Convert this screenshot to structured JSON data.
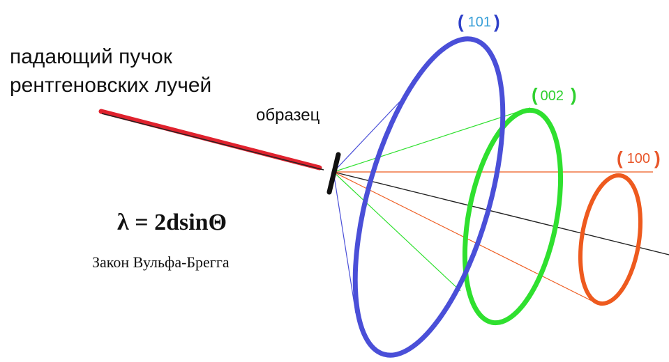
{
  "beam_label": {
    "line1": "падающий пучок",
    "line2": "рентгеновских лучей"
  },
  "sample_label": "образец",
  "formula": "λ = 2dsinΘ",
  "law_name": "Закон Вульфа-Брегга",
  "rings": [
    {
      "hkl": "101",
      "color": "#4a4fd8",
      "label_color": "#3aa0d8",
      "paren_color": "#2e3fc8"
    },
    {
      "hkl": "002",
      "color": "#2fe02f",
      "label_color": "#2fd02f",
      "paren_color": "#2fd02f"
    },
    {
      "hkl": "100",
      "color": "#ee5a1e",
      "label_color": "#e8562a",
      "paren_color": "#e8562a"
    }
  ],
  "colors": {
    "incident_beam": "#e0222e",
    "sample": "#111111",
    "axis": "#222222"
  }
}
